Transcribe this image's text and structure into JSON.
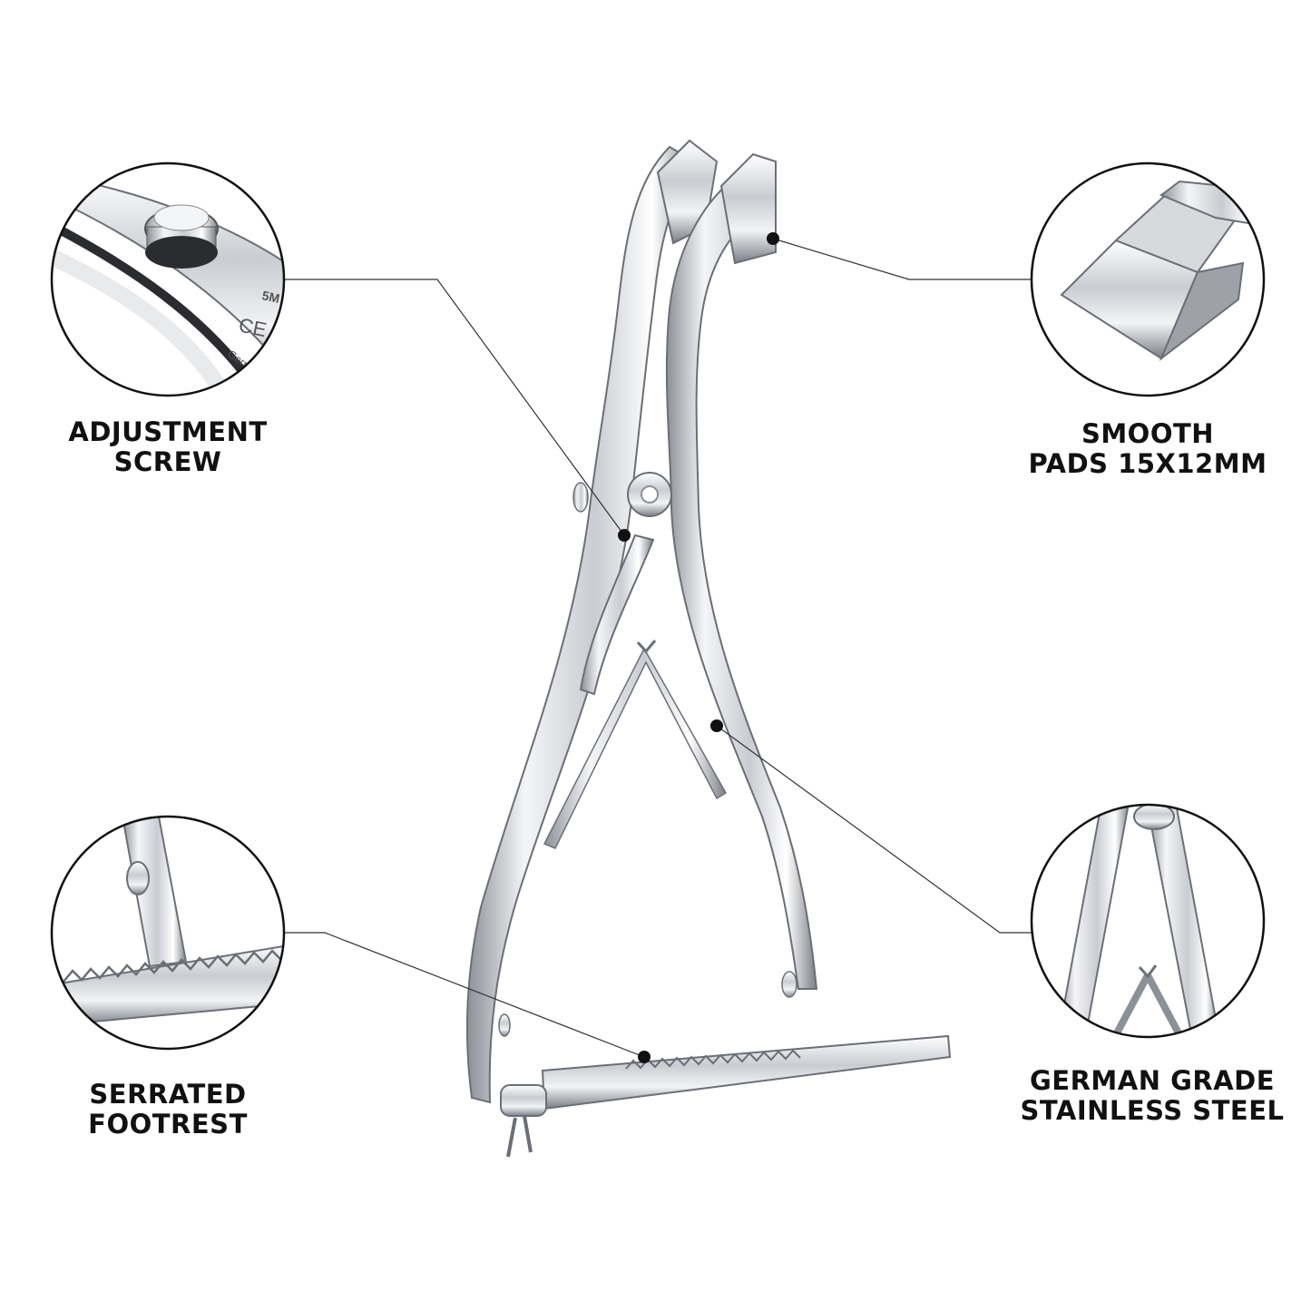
{
  "callouts": {
    "adjustment_screw": {
      "line1": "ADJUSTMENT",
      "line2": "SCREW"
    },
    "smooth_pads": {
      "line1": "SMOOTH",
      "line2": "PADS 15X12MM"
    },
    "serrated_footrest": {
      "line1": "SERRATED",
      "line2": "FOOTREST"
    },
    "stainless_steel": {
      "line1": "GERMAN GRADE",
      "line2": "STAINLESS STEEL"
    }
  },
  "engraving": {
    "size_mark": "5M",
    "ce_mark": "CE",
    "origin_mark": "Germ"
  },
  "colors": {
    "steel_light": "#f4f5f7",
    "steel_mid": "#c9ccd1",
    "steel_dark": "#6b6f76",
    "outline": "#111111"
  }
}
